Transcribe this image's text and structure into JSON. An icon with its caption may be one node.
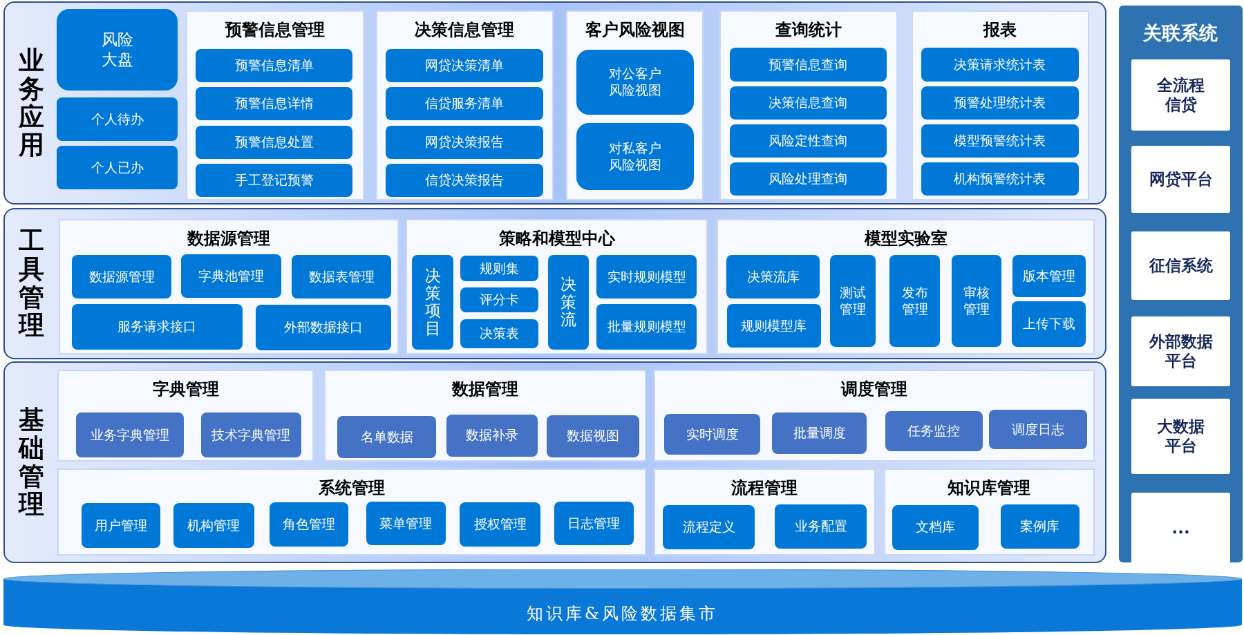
{
  "diagram": {
    "nodes": [
      {
        "text": [
          "业务应用"
        ]
      },
      {
        "text": [
          "风险大盘"
        ],
        "in": 0
      },
      {
        "text": [
          "个人待办"
        ],
        "in": 0
      },
      {
        "text": [
          "个人已办"
        ],
        "in": 0
      },
      {
        "text": [
          "预警信息管理"
        ],
        "in": 0
      },
      {
        "text": [
          "预警信息清单"
        ],
        "in": 4
      },
      {
        "text": [
          "预警信息详情"
        ],
        "in": 4
      },
      {
        "text": [
          "预警信息处置"
        ],
        "in": 4
      },
      {
        "text": [
          "手工登记预警"
        ],
        "in": 4
      },
      {
        "text": [
          "决策信息管理"
        ],
        "in": 0
      },
      {
        "text": [
          "网贷决策清单"
        ],
        "in": 9
      },
      {
        "text": [
          "信贷服务清单"
        ],
        "in": 9
      },
      {
        "text": [
          "网贷决策报告"
        ],
        "in": 9
      },
      {
        "text": [
          "信贷决策报告"
        ],
        "in": 9
      },
      {
        "text": [
          "客户风险视图"
        ],
        "in": 0
      },
      {
        "text": [
          "对公客户风险视图"
        ],
        "in": 14
      },
      {
        "text": [
          "对私客户风险视图"
        ],
        "in": 14
      },
      {
        "text": [
          "查询统计"
        ],
        "in": 0
      },
      {
        "text": [
          "预警信息查询"
        ],
        "in": 17
      },
      {
        "text": [
          "决策信息查询"
        ],
        "in": 17
      },
      {
        "text": [
          "风险定性查询"
        ],
        "in": 17
      },
      {
        "text": [
          "风险处理查询"
        ],
        "in": 17
      },
      {
        "text": [
          "报表"
        ],
        "in": 0
      },
      {
        "text": [
          "决策请求统计表"
        ],
        "in": 22
      },
      {
        "text": [
          "预警处理统计表"
        ],
        "in": 22
      },
      {
        "text": [
          "模型预警统计表"
        ],
        "in": 22
      },
      {
        "text": [
          "机构预警统计表"
        ],
        "in": 22
      },
      {
        "text": [
          "工具管理"
        ]
      },
      {
        "text": [
          "数据源管理"
        ],
        "in": 27
      },
      {
        "text": [
          "数据源管理"
        ],
        "in": 28
      },
      {
        "text": [
          "字典池管理"
        ],
        "in": 28
      },
      {
        "text": [
          "数据表管理"
        ],
        "in": 28
      },
      {
        "text": [
          "服务请求接口"
        ],
        "in": 28
      },
      {
        "text": [
          "外部数据接口"
        ],
        "in": 28
      },
      {
        "text": [
          "策略和模型中心"
        ],
        "in": 27
      },
      {
        "text": [
          "决策项目"
        ],
        "in": 34
      },
      {
        "text": [
          "规则集"
        ],
        "in": 34
      },
      {
        "text": [
          "评分卡"
        ],
        "in": 34
      },
      {
        "text": [
          "决策表"
        ],
        "in": 34
      },
      {
        "text": [
          "决策流"
        ],
        "in": 34
      },
      {
        "text": [
          "实时规则模型"
        ],
        "in": 34
      },
      {
        "text": [
          "批量规则模型"
        ],
        "in": 34
      },
      {
        "text": [
          "模型实验室"
        ],
        "in": 27
      },
      {
        "text": [
          "决策流库"
        ],
        "in": 42
      },
      {
        "text": [
          "规则模型库"
        ],
        "in": 42
      },
      {
        "text": [
          "测试管理"
        ],
        "in": 42
      },
      {
        "text": [
          "发布管理"
        ],
        "in": 42
      },
      {
        "text": [
          "审核管理"
        ],
        "in": 42
      },
      {
        "text": [
          "版本管理"
        ],
        "in": 42
      },
      {
        "text": [
          "上传下载"
        ],
        "in": 42
      },
      {
        "text": [
          "基础管理"
        ]
      },
      {
        "text": [
          "字典管理"
        ],
        "in": 50
      },
      {
        "text": [
          "业务字典管理"
        ],
        "in": 51
      },
      {
        "text": [
          "技术字典管理"
        ],
        "in": 51
      },
      {
        "text": [
          "数据管理"
        ],
        "in": 50
      },
      {
        "text": [
          "名单数据"
        ],
        "in": 54
      },
      {
        "text": [
          "数据补录"
        ],
        "in": 54
      },
      {
        "text": [
          "数据视图"
        ],
        "in": 54
      },
      {
        "text": [
          "调度管理"
        ],
        "in": 50
      },
      {
        "text": [
          "实时调度"
        ],
        "in": 58
      },
      {
        "text": [
          "批量调度"
        ],
        "in": 58
      },
      {
        "text": [
          "任务监控"
        ],
        "in": 58
      },
      {
        "text": [
          "调度日志"
        ],
        "in": 58
      },
      {
        "text": [
          "系统管理"
        ],
        "in": 50
      },
      {
        "text": [
          "用户管理"
        ],
        "in": 63
      },
      {
        "text": [
          "机构管理"
        ],
        "in": 63
      },
      {
        "text": [
          "角色管理"
        ],
        "in": 63
      },
      {
        "text": [
          "菜单管理"
        ],
        "in": 63
      },
      {
        "text": [
          "授权管理"
        ],
        "in": 63
      },
      {
        "text": [
          "日志管理"
        ],
        "in": 63
      },
      {
        "text": [
          "流程管理"
        ],
        "in": 50
      },
      {
        "text": [
          "流程定义"
        ],
        "in": 70
      },
      {
        "text": [
          "业务配置"
        ],
        "in": 70
      },
      {
        "text": [
          "知识库管理"
        ],
        "in": 50
      },
      {
        "text": [
          "文档库"
        ],
        "in": 73
      },
      {
        "text": [
          "案例库"
        ],
        "in": 73
      },
      {
        "text": [
          "知识库&风险数据集市"
        ]
      },
      {
        "text": [
          "关联系统"
        ]
      },
      {
        "text": [
          "全流程信贷"
        ],
        "in": 77
      },
      {
        "text": [
          "网贷平台"
        ],
        "in": 77
      },
      {
        "text": [
          "征信系统"
        ],
        "in": 77
      },
      {
        "text": [
          "外部数据平台"
        ],
        "in": 77
      },
      {
        "text": [
          "大数据平台"
        ],
        "in": 77
      },
      {
        "text": [
          "..."
        ],
        "in": 77
      }
    ]
  }
}
